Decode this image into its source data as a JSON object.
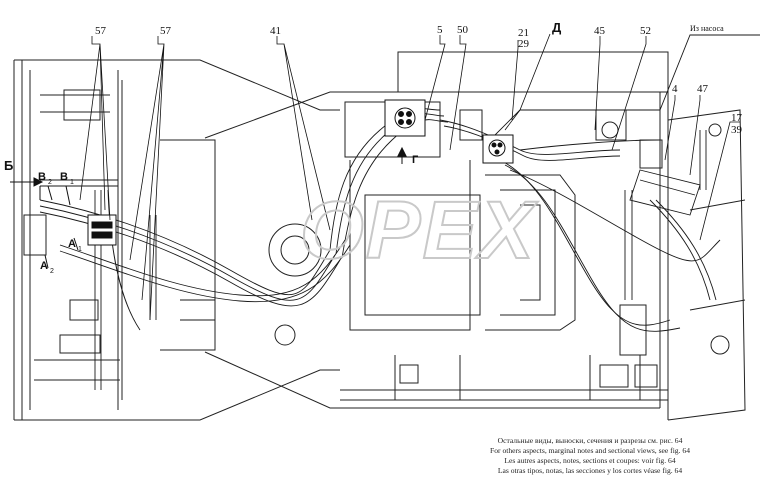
{
  "callouts": {
    "c57a": "57",
    "c57b": "57",
    "c41": "41",
    "c5": "5",
    "c50": "50",
    "c21": "21",
    "c29": "29",
    "cD": "Д",
    "c45": "45",
    "c52": "52",
    "c4": "4",
    "c47": "47",
    "c17": "17",
    "c39": "39",
    "from_pump": "Из насоса"
  },
  "letters": {
    "B_arrow": "Б",
    "V2": "В",
    "V2_sub": "2",
    "V1": "В",
    "V1_sub": "1",
    "A1": "А",
    "A1_sub": "1",
    "A2": "А",
    "A2_sub": "2",
    "G": "Г"
  },
  "watermark": "OPEX",
  "footnote": [
    "Остальные виды, выноски, сечения и разрезы см. рис. 64",
    "For others aspects, marginal notes and sectional views, see fig. 64",
    "Les autres aspects, notes, sections et coupes: voir fig. 64",
    "Las otras tipos, notas, las secciones y los cortes véase fig. 64"
  ]
}
